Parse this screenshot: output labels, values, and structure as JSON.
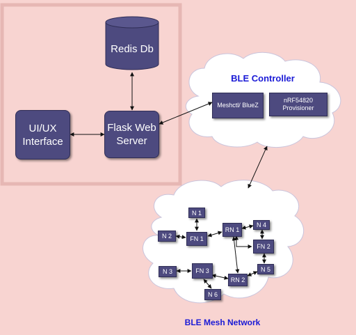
{
  "system": {
    "redis": "Redis Db",
    "flask": "Flask Web Server",
    "ui": "UI/UX Interface"
  },
  "controller": {
    "title": "BLE Controller",
    "meshctl": "Meshctl/ BlueZ",
    "provisioner": "nRF54820 Provisioner"
  },
  "mesh": {
    "title": "BLE Mesh Network",
    "nodes": {
      "n1": "N 1",
      "n2": "N 2",
      "n3": "N 3",
      "n4": "N 4",
      "n5": "N 5",
      "n6": "N 6",
      "fn1": "FN 1",
      "fn2": "FN 2",
      "fn3": "FN 3",
      "rn1": "RN 1",
      "rn2": "RN 2"
    }
  }
}
